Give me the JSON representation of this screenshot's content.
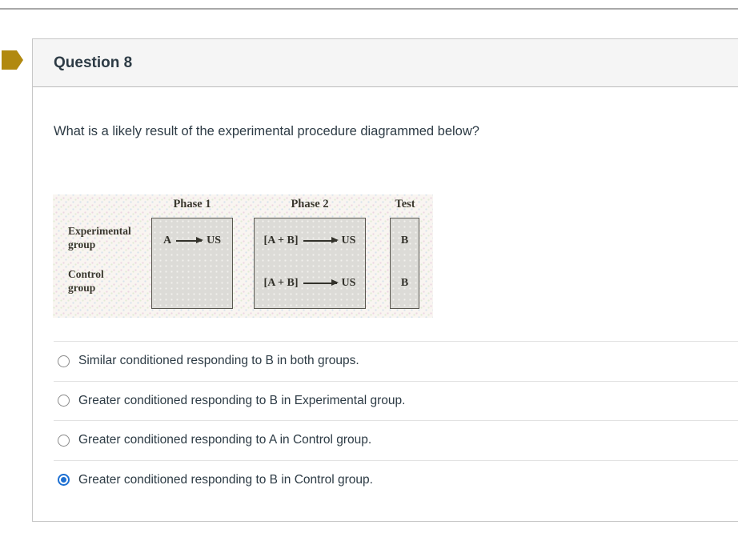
{
  "question": {
    "header": "Question 8",
    "prompt": "What is a likely result of the experimental procedure diagrammed below?"
  },
  "diagram": {
    "columns": [
      "Phase 1",
      "Phase 2",
      "Test"
    ],
    "rows": [
      {
        "label_line1": "Experimental",
        "label_line2": "group"
      },
      {
        "label_line1": "Control",
        "label_line2": "group"
      }
    ],
    "phase1": {
      "experimental_left": "A",
      "experimental_right": "US"
    },
    "phase2": {
      "experimental_left": "[A + B]",
      "experimental_right": "US",
      "control_left": "[A + B]",
      "control_right": "US"
    },
    "test": {
      "experimental": "B",
      "control": "B"
    }
  },
  "options": [
    {
      "label": "Similar conditioned responding to B in both groups.",
      "selected": false
    },
    {
      "label": "Greater conditioned responding to B in Experimental group.",
      "selected": false
    },
    {
      "label": "Greater conditioned responding to A in Control group.",
      "selected": false
    },
    {
      "label": "Greater conditioned responding to B in Control group.",
      "selected": true
    }
  ],
  "colors": {
    "accent_blue": "#1E70D2",
    "flag_gold": "#B1890F",
    "text_dark": "#2D3B45",
    "header_bg": "#F5F5F5"
  }
}
